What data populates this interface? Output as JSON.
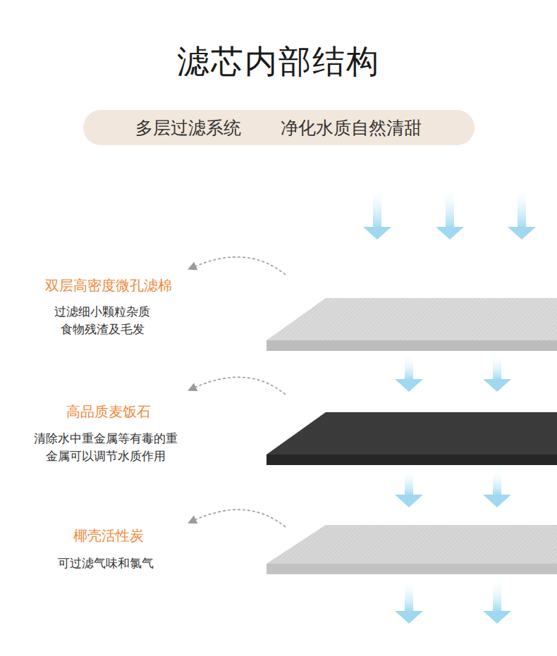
{
  "diagram": {
    "title": "滤芯内部结构",
    "nodes": [
      {
        "text": [
          "多层过滤系统",
          "净化水质自然清甜"
        ]
      }
    ],
    "labels": [
      "双层高密度微孔滤棉",
      "过滤细小颗粒杂质 食物残渣及毛发",
      "高品质麦饭石",
      "清除水中重金属等有毒的重 金属可以调节水质作用",
      "椰壳活性炭",
      "可过滤气味和氯气"
    ]
  }
}
